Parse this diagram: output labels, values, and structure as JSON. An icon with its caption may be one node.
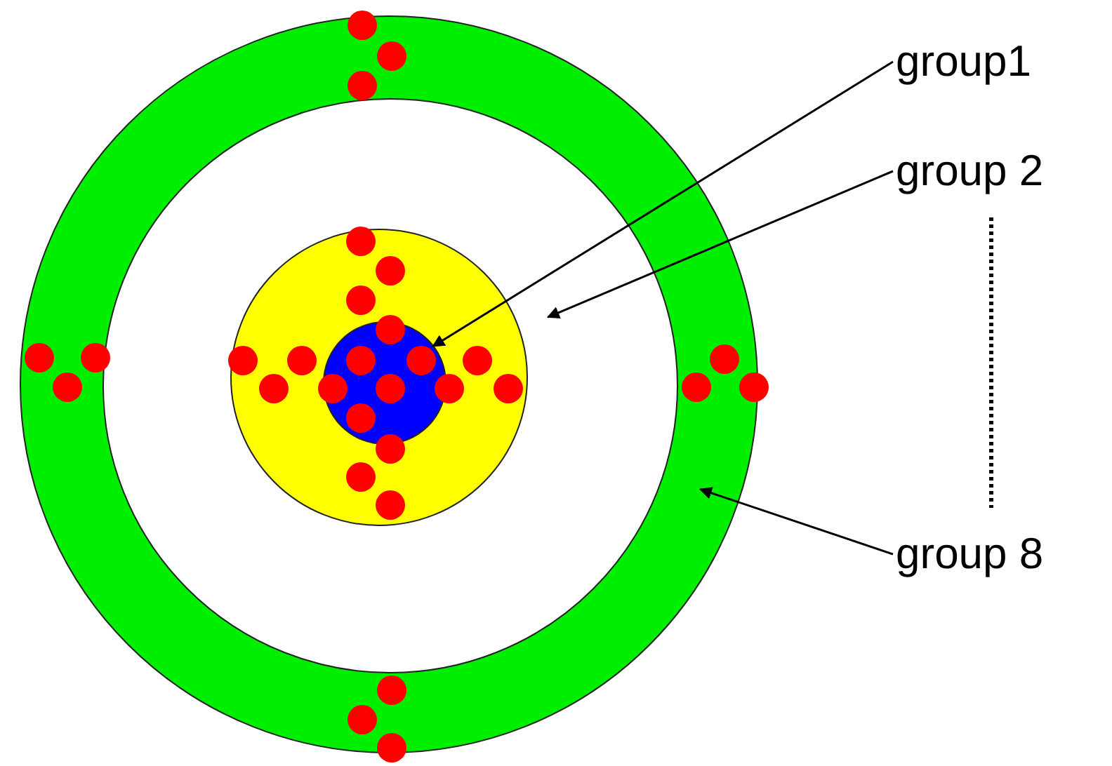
{
  "diagram": {
    "nodes": [
      {
        "text": [
          "group1"
        ]
      },
      {
        "text": [
          "group 2"
        ]
      },
      {
        "text": [
          "group 8"
        ]
      },
      {
        "text": [],
        "shape": "circle"
      },
      {
        "text": [],
        "shape": "circle",
        "in": 3
      },
      {
        "text": [],
        "shape": "circle",
        "in": 4
      },
      {
        "text": [],
        "shape": "circle",
        "in": 5
      }
    ],
    "edges": [
      {
        "from": 0,
        "to": 6,
        "arrow": "to"
      },
      {
        "from": 1,
        "to": 4,
        "arrow": "to"
      },
      {
        "from": 2,
        "to": 3,
        "arrow": "to"
      }
    ]
  }
}
